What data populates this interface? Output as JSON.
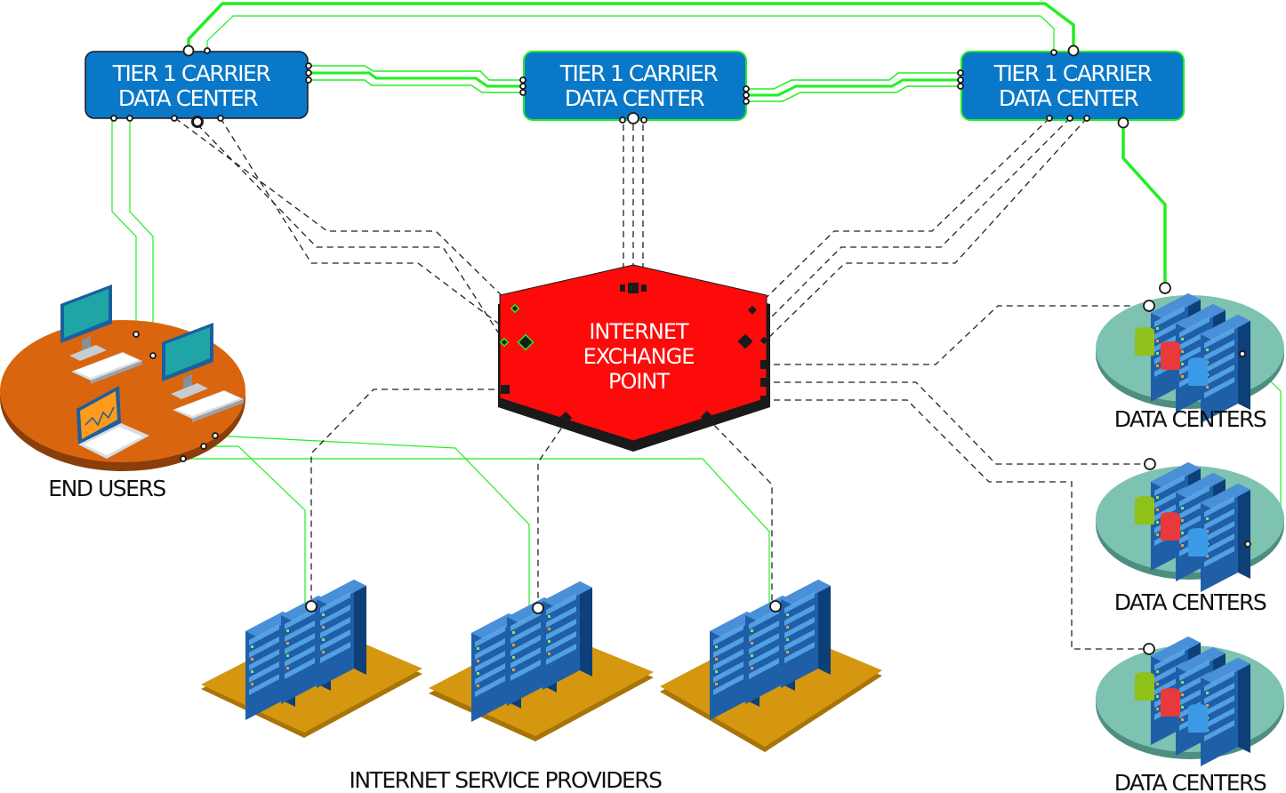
{
  "carriers": [
    {
      "line1": "TIER 1 CARRIER",
      "line2": "DATA CENTER"
    },
    {
      "line1": "TIER 1 CARRIER",
      "line2": "DATA CENTER"
    },
    {
      "line1": "TIER 1 CARRIER",
      "line2": "DATA CENTER"
    }
  ],
  "ixp": {
    "line1": "INTERNET",
    "line2": "EXCHANGE",
    "line3": "POINT"
  },
  "end_users_label": "END USERS",
  "isp_label": "INTERNET SERVICE PROVIDERS",
  "data_centers": [
    {
      "label": "DATA CENTERS"
    },
    {
      "label": "DATA CENTERS"
    },
    {
      "label": "DATA CENTERS"
    }
  ],
  "colors": {
    "carrier_fill": "#0a78c8",
    "link_green": "#22ee22",
    "ixp_red": "#ff0a0a",
    "end_users_disc": "#d9650f",
    "isp_platform": "#d4970f",
    "dc_disc": "#7ec2b2",
    "server_blue": "#1a6fc0"
  },
  "icons": [
    "desktop-computer-icon",
    "laptop-icon",
    "server-rack-icon",
    "database-stack-icon"
  ]
}
